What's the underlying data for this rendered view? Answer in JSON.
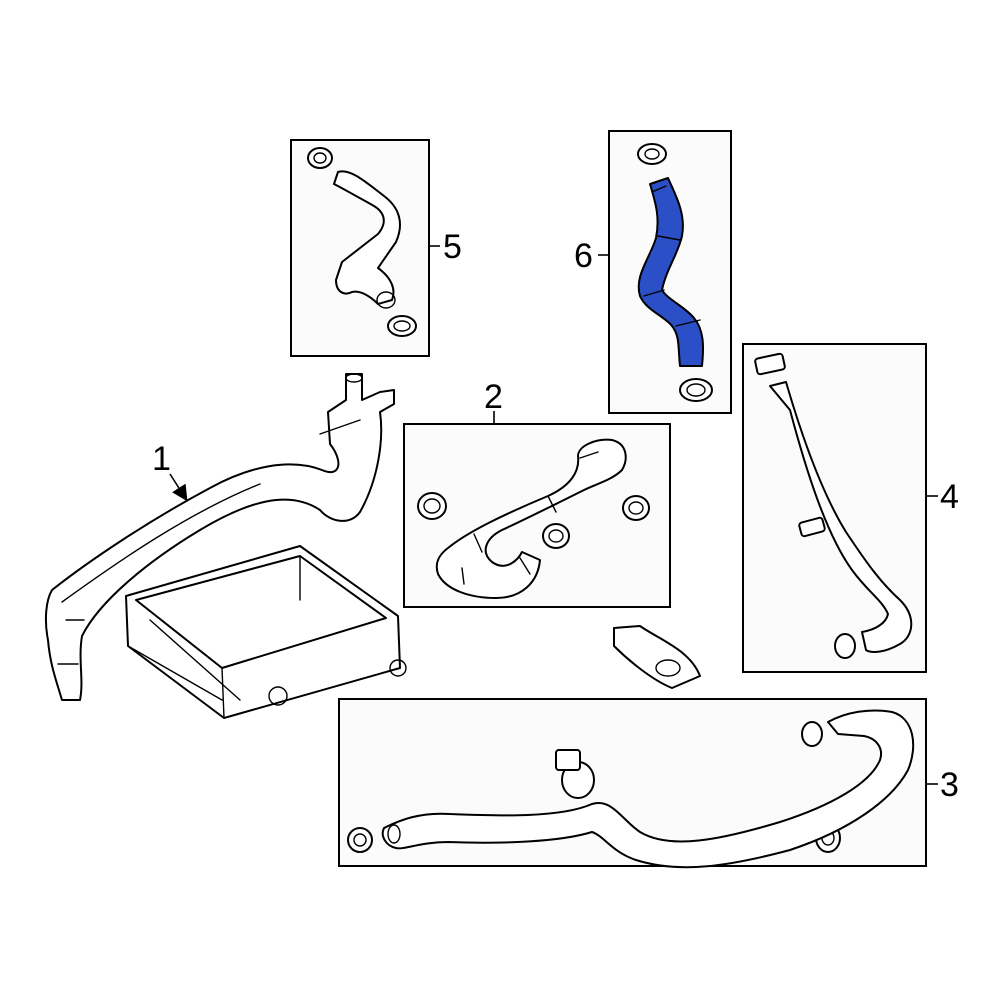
{
  "diagram": {
    "accent_color": "#2a4fc6",
    "callouts": [
      {
        "id": "1",
        "label": "1"
      },
      {
        "id": "2",
        "label": "2"
      },
      {
        "id": "3",
        "label": "3"
      },
      {
        "id": "4",
        "label": "4"
      },
      {
        "id": "5",
        "label": "5"
      },
      {
        "id": "6",
        "label": "6"
      }
    ],
    "highlighted_part": "6"
  }
}
